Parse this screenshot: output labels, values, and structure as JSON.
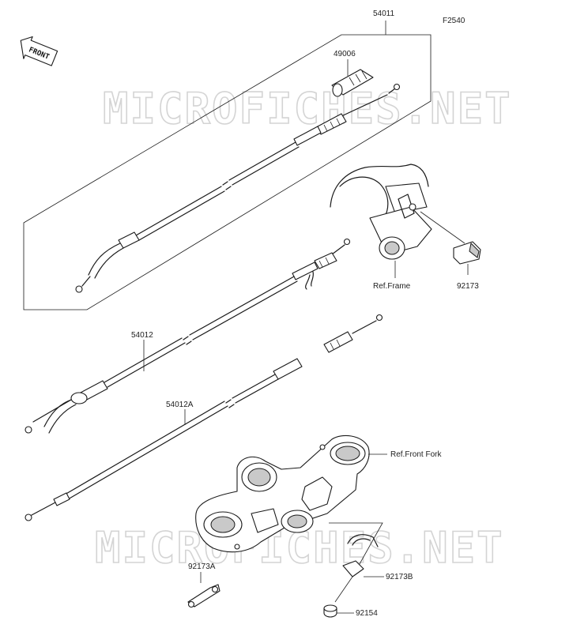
{
  "figure_code": "F2540",
  "front_badge": "FRONT",
  "watermark": "MICROFICHES.NET",
  "parts": [
    {
      "id": "part-54011",
      "number": "54011"
    },
    {
      "id": "part-49006",
      "number": "49006"
    },
    {
      "id": "part-92173",
      "number": "92173"
    },
    {
      "id": "part-54012",
      "number": "54012"
    },
    {
      "id": "part-54012a",
      "number": "54012A"
    },
    {
      "id": "part-92173a",
      "number": "92173A"
    },
    {
      "id": "part-92173b",
      "number": "92173B"
    },
    {
      "id": "part-92154",
      "number": "92154"
    }
  ],
  "references": {
    "frame": "Ref.Frame",
    "front_fork": "Ref.Front Fork"
  }
}
